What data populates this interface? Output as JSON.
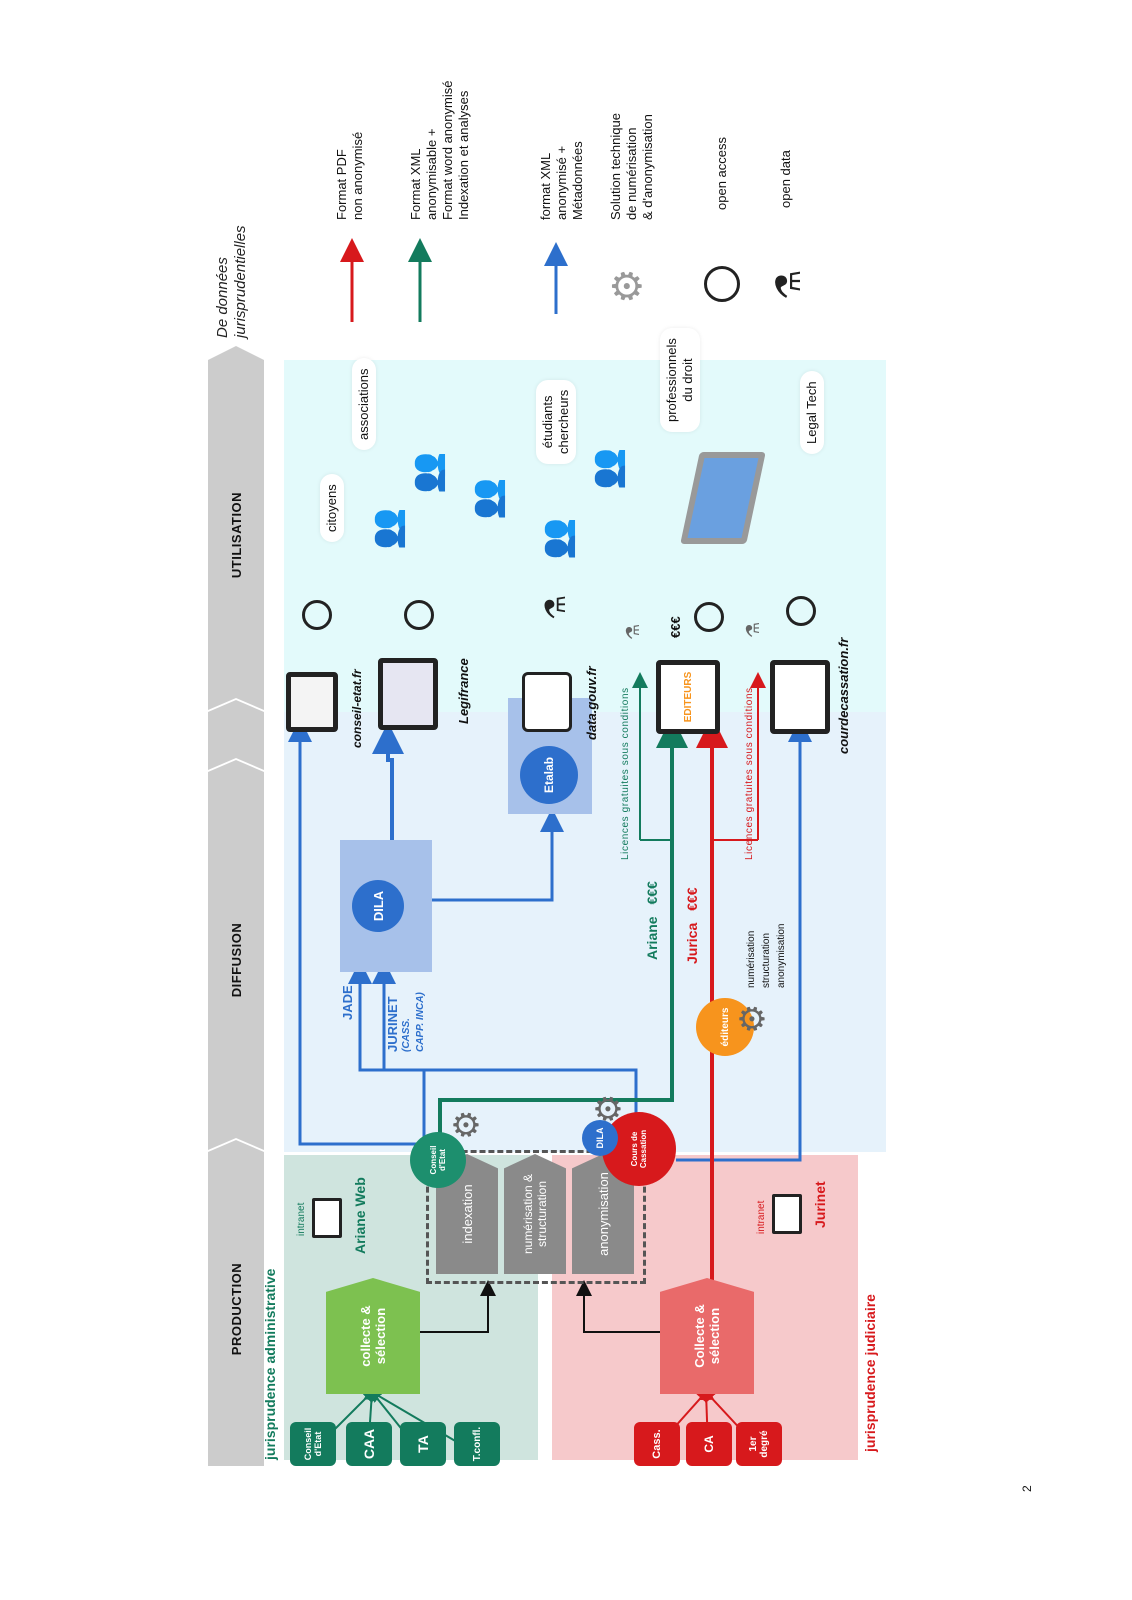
{
  "header": {
    "subtitle_line1": "De données",
    "subtitle_line2": "jurisprudentielles"
  },
  "phases": {
    "production": "PRODUCTION",
    "diffusion": "DIFFUSION",
    "utilisation": "UTILISATION"
  },
  "legend": {
    "red_arrow_line1": "Format PDF",
    "red_arrow_line2": "non anonymisé",
    "green_arrow_line1": "Format XML",
    "green_arrow_line2": "anonymisable +",
    "green_arrow_line3": "Format word anonymisé",
    "green_arrow_line4": "Indexation et analyses",
    "blue_arrow_line1": "format XML",
    "blue_arrow_line2": "anonymisé +",
    "blue_arrow_line3": "Métadonnées",
    "gear_line1": "Solution technique",
    "gear_line2": "de numérisation",
    "gear_line3": "& d'anonymisation",
    "eye": "open access",
    "flask": "open data"
  },
  "production": {
    "admin_title": "jurisprudence administrative",
    "judicial_title": "jurisprudence judiciaire",
    "admin_sources": [
      "Conseil d'Etat",
      "CAA",
      "TA",
      "T.confl."
    ],
    "judicial_sources": [
      "Cass.",
      "CA",
      "1er degré"
    ],
    "admin_collect": "collecte & sélection",
    "judicial_collect": "Collecte & sélection",
    "admin_intranet": "intranet",
    "admin_db": "Ariane Web",
    "judicial_intranet": "intranet",
    "judicial_db": "Jurinet",
    "steps": [
      "indexation",
      "numérisation & structuration",
      "anonymisation"
    ]
  },
  "diffusion": {
    "conseil_etat_circle_line1": "Conseil",
    "conseil_etat_circle_line2": "d'Etat",
    "dila_small": "DILA",
    "cour_cass_line1": "Cours de",
    "cour_cass_line2": "Cassation",
    "jade": "JADE",
    "jurinet_title": "JURINET",
    "jurinet_sub_line1": "(CASS.",
    "jurinet_sub_line2": "CAPP. INCA)",
    "dila": "DILA",
    "etalab": "Etalab",
    "ariane": "Ariane",
    "ariane_cost": "€€€",
    "jurica": "Jurica",
    "jurica_cost": "€€€",
    "editeurs_circle": "éditeurs",
    "editeurs_tasks_line1": "numérisation",
    "editeurs_tasks_line2": "structuration",
    "editeurs_tasks_line3": "anonymisation",
    "licence_green": "Licences gratuites sous conditions",
    "licence_red": "Licences gratuites sous conditions"
  },
  "utilisation": {
    "sites": [
      "conseil-etat.fr",
      "Legifrance",
      "data.gouv.fr",
      "",
      "courdecassation.fr"
    ],
    "editeurs_screen": "EDITEURS",
    "editeurs_cost": "€€€",
    "users": [
      "citoyens",
      "associations",
      "étudiants",
      "chercheurs",
      "professionnels",
      "du droit",
      "Legal Tech"
    ]
  },
  "page": {
    "number": "2"
  },
  "colors": {
    "red": "#d7191c",
    "green": "#137b5d",
    "blue": "#2d6fcc",
    "gray_band": "#cccccc",
    "admin_bg": "#cfe4de",
    "judicial_bg": "#f6c9cb",
    "diffusion_bg": "#e6f2fb",
    "utilisation_bg": "#e3fafb",
    "collect_admin": "#7dc150",
    "collect_judicial": "#e96a6a",
    "editeurs_orange": "#f7941d"
  }
}
